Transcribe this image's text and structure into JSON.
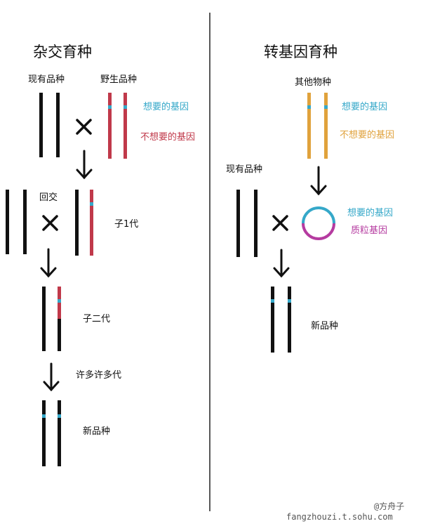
{
  "left": {
    "title": "杂交育种",
    "existing_variety": "现有品种",
    "wild_variety": "野生品种",
    "wanted_gene": "想要的基因",
    "unwanted_gene": "不想要的基因",
    "backcross": "回交",
    "f1": "子1代",
    "f2": "子二代",
    "many_generations": "许多许多代",
    "new_variety": "新品种"
  },
  "right": {
    "title": "转基因育种",
    "other_species": "其他物种",
    "wanted_gene": "想要的基因",
    "unwanted_gene": "不想要的基因",
    "existing_variety": "现有品种",
    "wanted_gene_2": "想要的基因",
    "plasmid_gene": "质粒基因",
    "new_variety": "新品种"
  },
  "watermark": {
    "handle": "@方舟子",
    "url": "fangzhouzi.t.sohu.com"
  },
  "colors": {
    "black": "#111111",
    "red": "#c0394a",
    "cyan": "#35a8c9",
    "orange": "#e0a23c",
    "magenta": "#b53ba0"
  }
}
